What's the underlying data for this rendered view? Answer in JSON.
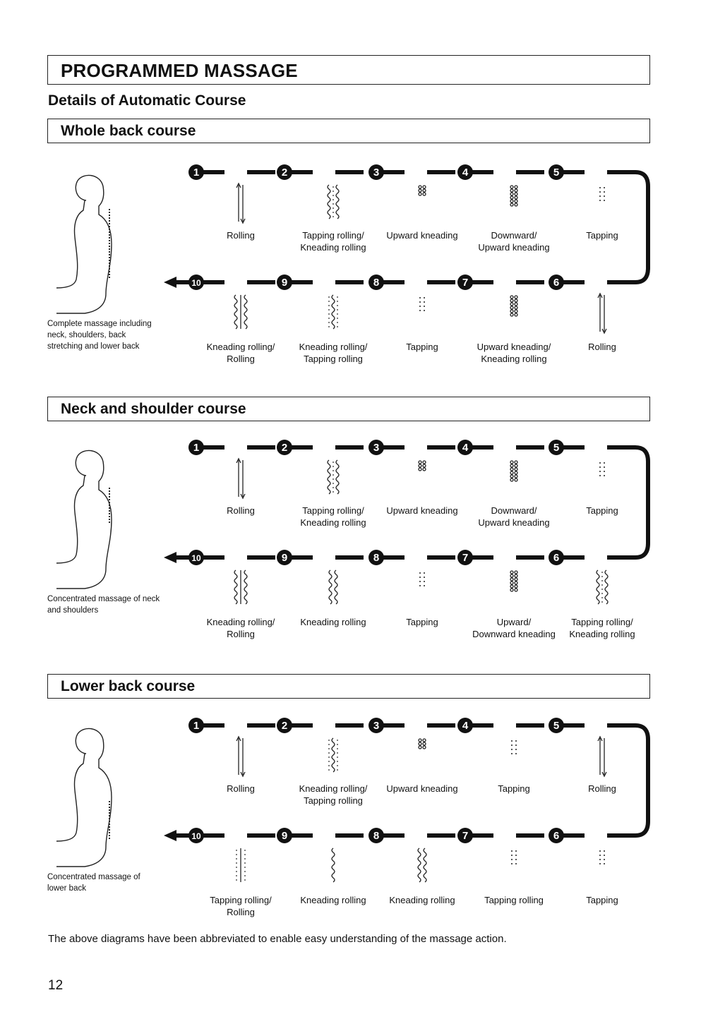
{
  "header": {
    "title": "PROGRAMMED MASSAGE",
    "subtitle": "Details of Automatic Course"
  },
  "courses": [
    {
      "title": "Whole back course",
      "description": "Complete massage including neck, shoulders, back stretching and lower back",
      "top_row": [
        "Rolling",
        "Tapping rolling/\nKneading rolling",
        "Upward kneading",
        "Downward/\nUpward kneading",
        "Tapping"
      ],
      "bottom_row": [
        "Kneading rolling/\nRolling",
        "Kneading rolling/\nTapping rolling",
        "Tapping",
        "Upward kneading/\nKneading rolling",
        "Rolling"
      ]
    },
    {
      "title": "Neck and shoulder course",
      "description": "Concentrated massage of neck and shoulders",
      "top_row": [
        "Rolling",
        "Tapping rolling/\nKneading rolling",
        "Upward kneading",
        "Downward/\nUpward kneading",
        "Tapping"
      ],
      "bottom_row": [
        "Kneading rolling/\nRolling",
        "Kneading rolling",
        "Tapping",
        "Upward/\nDownward kneading",
        "Tapping rolling/\nKneading rolling"
      ]
    },
    {
      "title": "Lower back course",
      "description": "Concentrated massage of lower back",
      "top_row": [
        "Rolling",
        "Kneading rolling/\nTapping rolling",
        "Upward kneading",
        "Tapping",
        "Rolling"
      ],
      "bottom_row": [
        "Tapping rolling/\nRolling",
        "Kneading rolling",
        "Kneading rolling",
        "Tapping rolling",
        "Tapping"
      ]
    }
  ],
  "step_numbers": [
    "1",
    "2",
    "3",
    "4",
    "5",
    "6",
    "7",
    "8",
    "9",
    "10"
  ],
  "footnote": "The above diagrams have been abbreviated to enable easy understanding of the massage action.",
  "page_number": "12"
}
